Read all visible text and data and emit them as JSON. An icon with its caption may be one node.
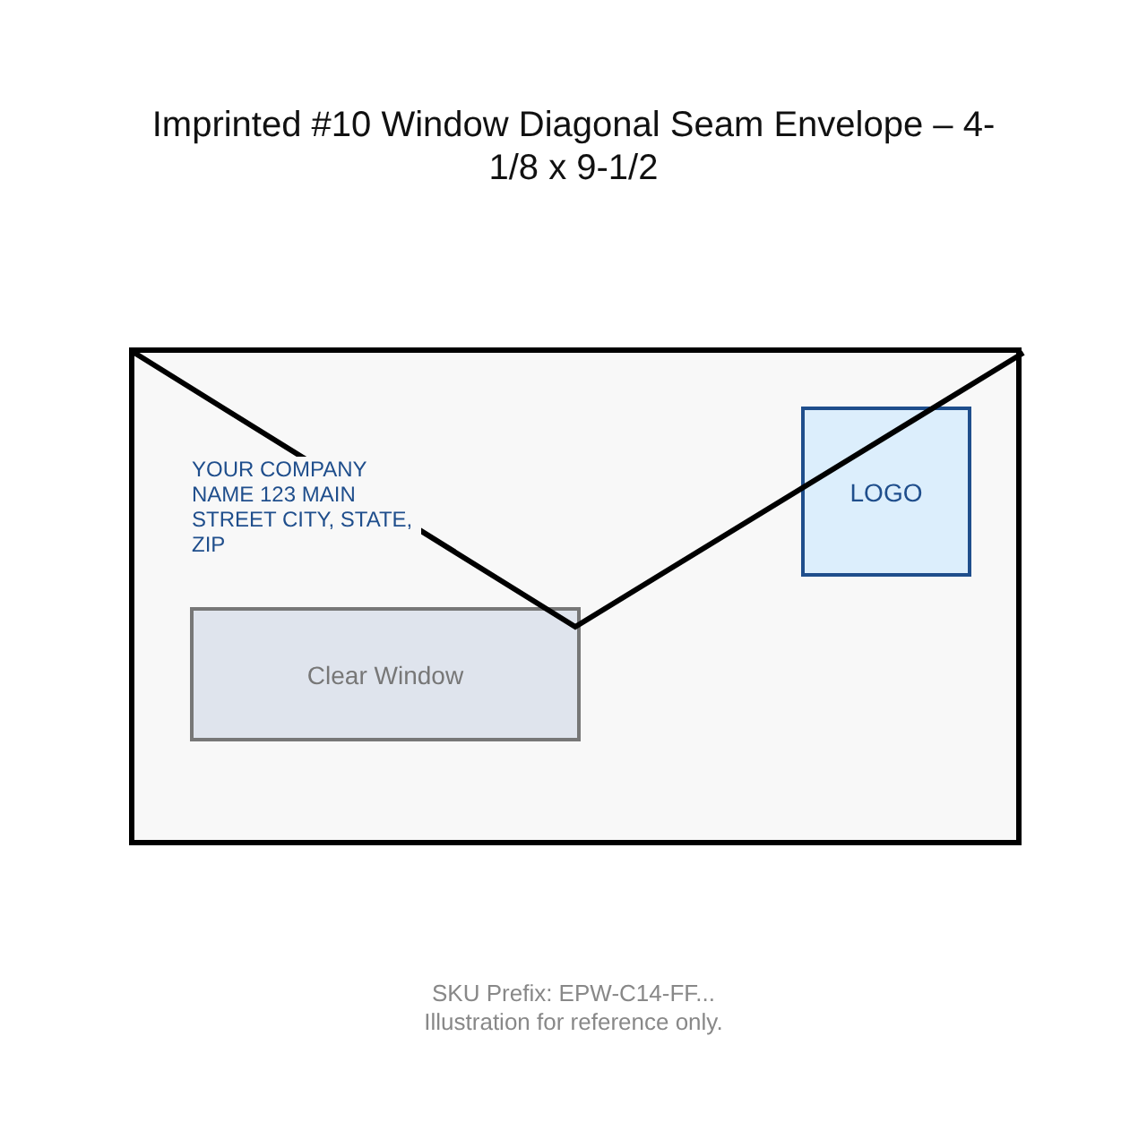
{
  "diagram": {
    "title": "Imprinted #10 Window Diagonal Seam Envelope – 4-1/8 x 9-1/2",
    "nodes": [
      {
        "text": [],
        "shape": "box"
      },
      {
        "text": [
          "Clear Window"
        ],
        "in": 0
      },
      {
        "text": [
          "LOGO"
        ],
        "in": 0
      }
    ],
    "labels": [
      "YOUR COMPANY NAME 123 MAIN STREET CITY, STATE, ZIP",
      "SKU Prefix: EPW-C14-FF...",
      "Illustration for reference only."
    ]
  }
}
